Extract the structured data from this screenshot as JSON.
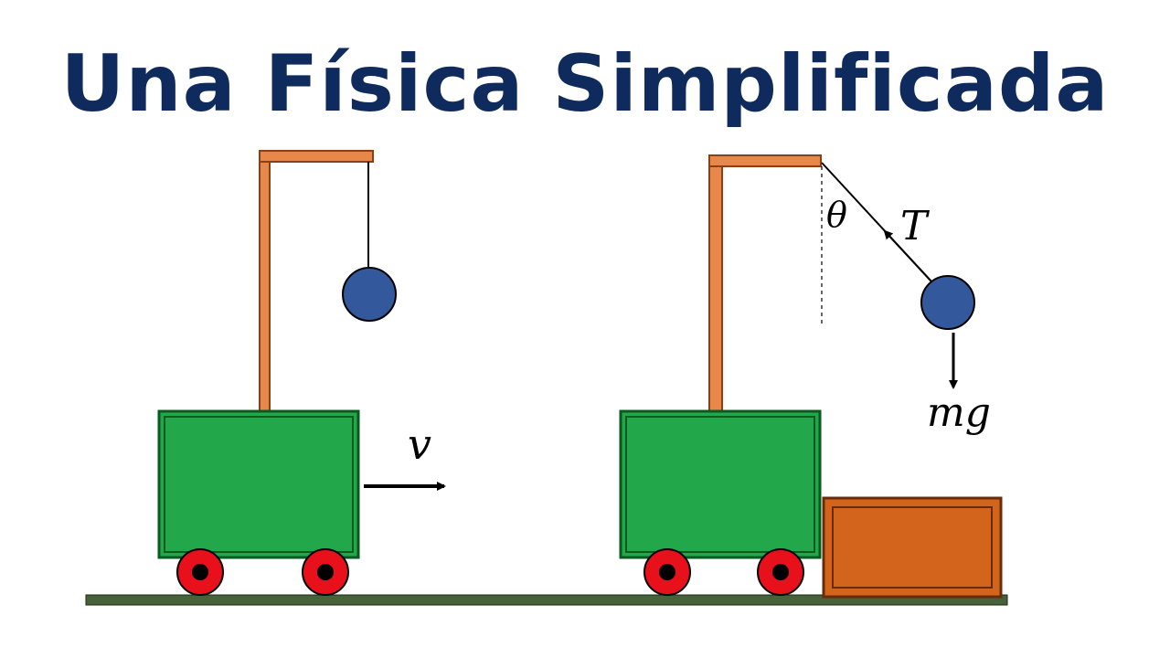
{
  "title": "Una Física Simplificada",
  "labels": {
    "velocity": "v",
    "tension": "T",
    "angle": "θ",
    "weight": "mg"
  },
  "colors": {
    "title": "#0f2a5c",
    "cart_fill": "#22a84a",
    "cart_border": "#0a5a20",
    "post": "#e8874a",
    "post_border": "#8a3f14",
    "bob": "#33599c",
    "wheel": "#e8101a",
    "box": "#d2641c",
    "box_border": "#6a2c08",
    "ground": "#46623a",
    "arrow": "#000000"
  }
}
